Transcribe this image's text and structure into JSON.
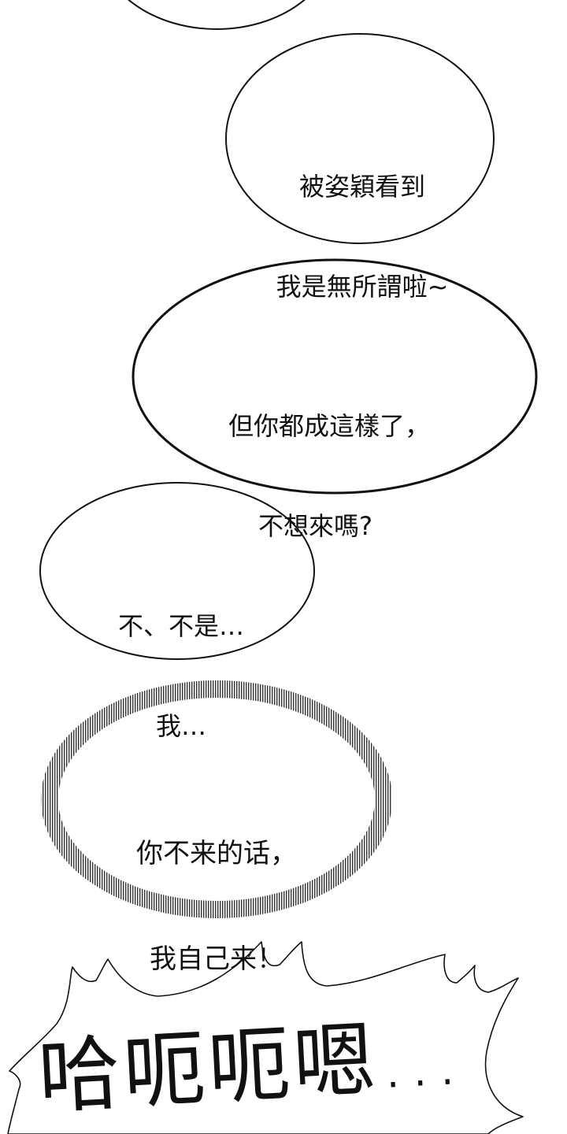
{
  "panel": {
    "background": "#ffffff",
    "stroke_color": "#111111"
  },
  "bubbles": [
    {
      "id": "top-partial",
      "shape": "ellipse",
      "lines": []
    },
    {
      "id": "bubble-1",
      "shape": "ellipse",
      "lines": [
        "被姿穎看到",
        "我是無所謂啦~"
      ]
    },
    {
      "id": "bubble-2",
      "shape": "ellipse",
      "lines": [
        "但你都成這樣了，",
        "不想來嗎?"
      ]
    },
    {
      "id": "bubble-3",
      "shape": "ellipse",
      "lines": [
        "不、不是…",
        "我…"
      ]
    },
    {
      "id": "bubble-4",
      "shape": "fuzzy-ellipse",
      "lines": [
        "你不来的话，",
        "我自己来！"
      ]
    },
    {
      "id": "bubble-5",
      "shape": "spiky-burst",
      "lines": [
        "哈呃呃嗯…"
      ]
    }
  ]
}
